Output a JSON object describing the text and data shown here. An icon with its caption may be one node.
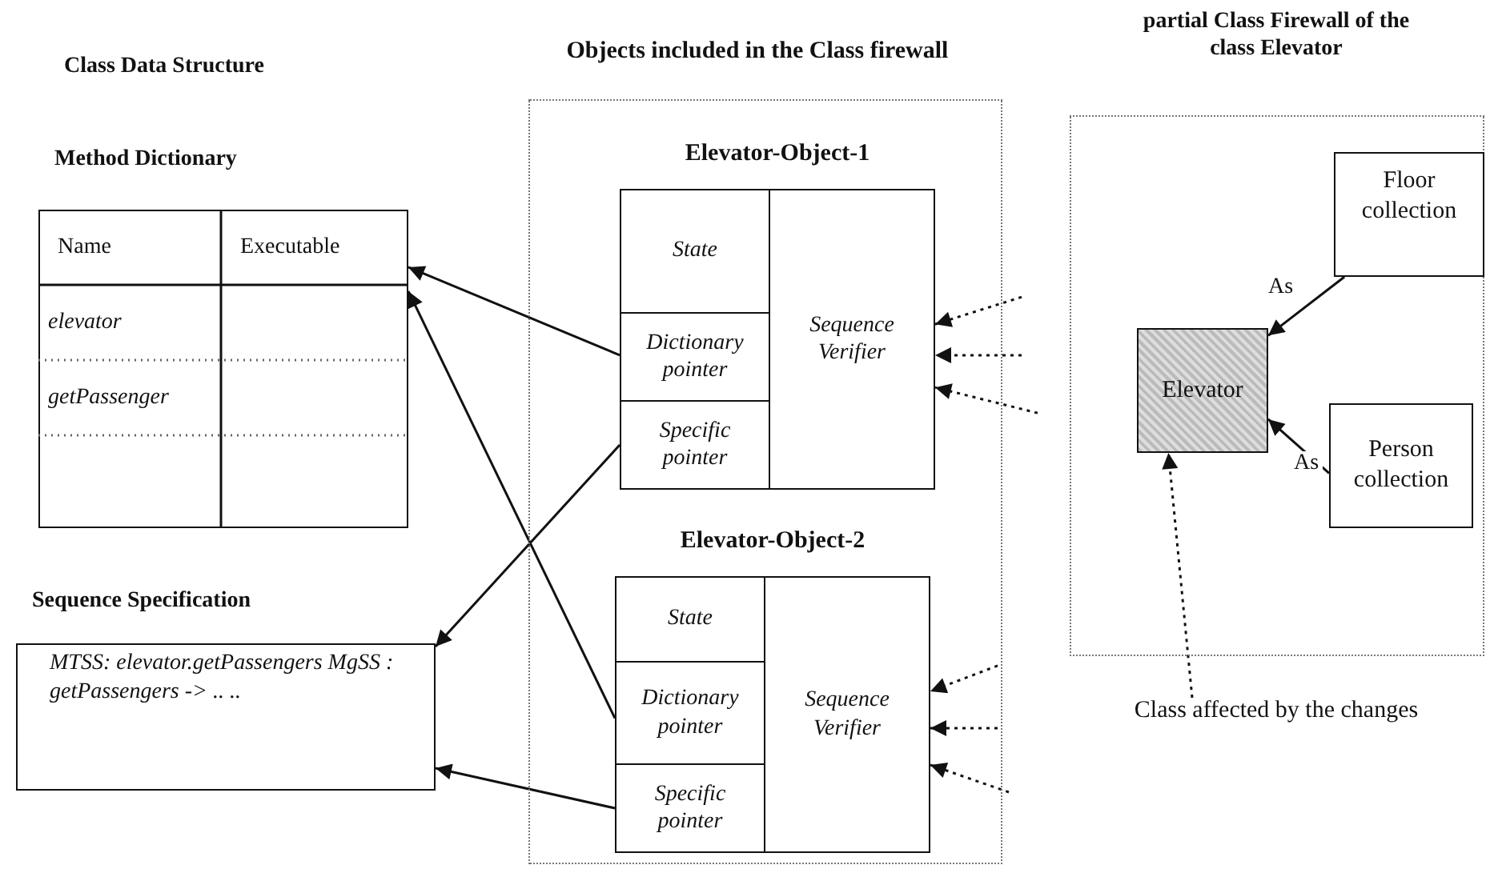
{
  "diagram": {
    "nodes": [
      {
        "text": [
          "Method Dictionary"
        ]
      },
      {
        "text": [
          "Name"
        ],
        "in": 0
      },
      {
        "text": [
          "Executable"
        ],
        "in": 0
      },
      {
        "text": [
          "elevator"
        ],
        "in": 0
      },
      {
        "text": [
          "getPassenger"
        ],
        "in": 0
      },
      {
        "text": [
          "Sequence Specification",
          "MTSS: elevator.getPassengers MgSS : getPassengers -> .. .."
        ]
      },
      {
        "text": [
          "Objects included in the Class firewall"
        ]
      },
      {
        "text": [
          "Elevator-Object-1"
        ],
        "in": 6
      },
      {
        "text": [
          "State"
        ],
        "in": 7
      },
      {
        "text": [
          "Dictionary pointer"
        ],
        "in": 7
      },
      {
        "text": [
          "Specific pointer"
        ],
        "in": 7
      },
      {
        "text": [
          "Sequence Verifier"
        ],
        "in": 7
      },
      {
        "text": [
          "Elevator-Object-2"
        ],
        "in": 6
      },
      {
        "text": [
          "State"
        ],
        "in": 12
      },
      {
        "text": [
          "Dictionary pointer"
        ],
        "in": 12
      },
      {
        "text": [
          "Specific pointer"
        ],
        "in": 12
      },
      {
        "text": [
          "Sequence Verifier"
        ],
        "in": 12
      },
      {
        "text": [
          "partial Class Firewall of the class Elevator"
        ]
      },
      {
        "text": [
          "Floor collection"
        ],
        "in": 17
      },
      {
        "text": [
          "Elevator"
        ],
        "in": 17
      },
      {
        "text": [
          "Person collection"
        ],
        "in": 17
      },
      {
        "text": [
          "Class affected by the changes"
        ]
      }
    ],
    "edges": [
      {
        "from": 9,
        "to": 0,
        "arrow": "to"
      },
      {
        "from": 14,
        "to": 0,
        "arrow": "to"
      },
      {
        "from": 10,
        "to": 5,
        "arrow": "to"
      },
      {
        "from": 15,
        "to": 5,
        "arrow": "to"
      },
      {
        "from": 18,
        "to": 19,
        "arrow": "to",
        "label": "As"
      },
      {
        "from": 20,
        "to": 19,
        "arrow": "to",
        "label": "As"
      },
      {
        "from": 21,
        "to": 19,
        "arrow": "to",
        "style": "dashed"
      },
      {
        "from": null,
        "to": 11,
        "arrow": "to",
        "style": "dashed"
      },
      {
        "from": null,
        "to": 11,
        "arrow": "to",
        "style": "dashed"
      },
      {
        "from": null,
        "to": 11,
        "arrow": "to",
        "style": "dashed"
      },
      {
        "from": null,
        "to": 16,
        "arrow": "to",
        "style": "dashed"
      },
      {
        "from": null,
        "to": 16,
        "arrow": "to",
        "style": "dashed"
      },
      {
        "from": null,
        "to": 16,
        "arrow": "to",
        "style": "dashed"
      }
    ],
    "labels": [
      "Class Data Structure"
    ]
  }
}
